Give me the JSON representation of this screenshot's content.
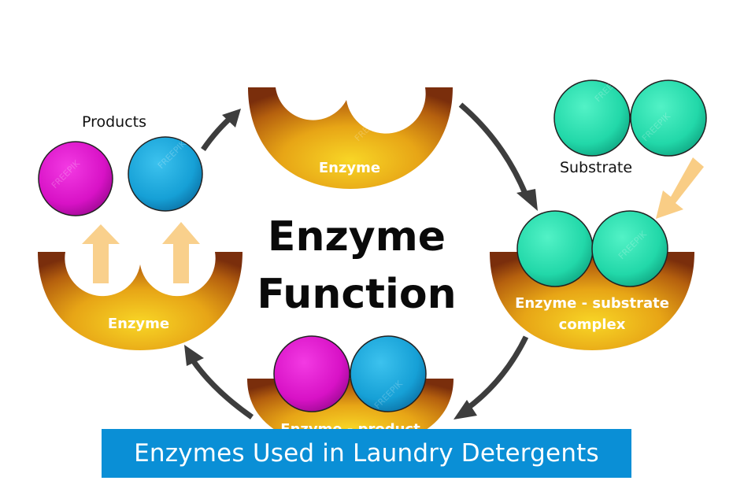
{
  "title": {
    "line1": "Enzyme",
    "line2": "Function"
  },
  "labels": {
    "enzyme_top": "Enzyme",
    "enzyme_left": "Enzyme",
    "substrate": "Substrate",
    "products": "Products",
    "complex_line1": "Enzyme - substrate",
    "complex_line2": "complex",
    "product_complex": "Enzyme - product"
  },
  "banner": {
    "text": "Enzymes Used in Laundry Detergents"
  },
  "watermark": {
    "text": "FREEPIK"
  },
  "colors": {
    "enzyme_dark": "#8a3a10",
    "enzyme_mid": "#d98a12",
    "enzyme_light": "#f6c823",
    "substrate": "#25e0b0",
    "product_magenta": "#e01ad0",
    "product_blue": "#1aa8dd",
    "arrow": "#3d3d3d",
    "arrow_light": "#f8c878",
    "banner": "#0a8fd6"
  }
}
